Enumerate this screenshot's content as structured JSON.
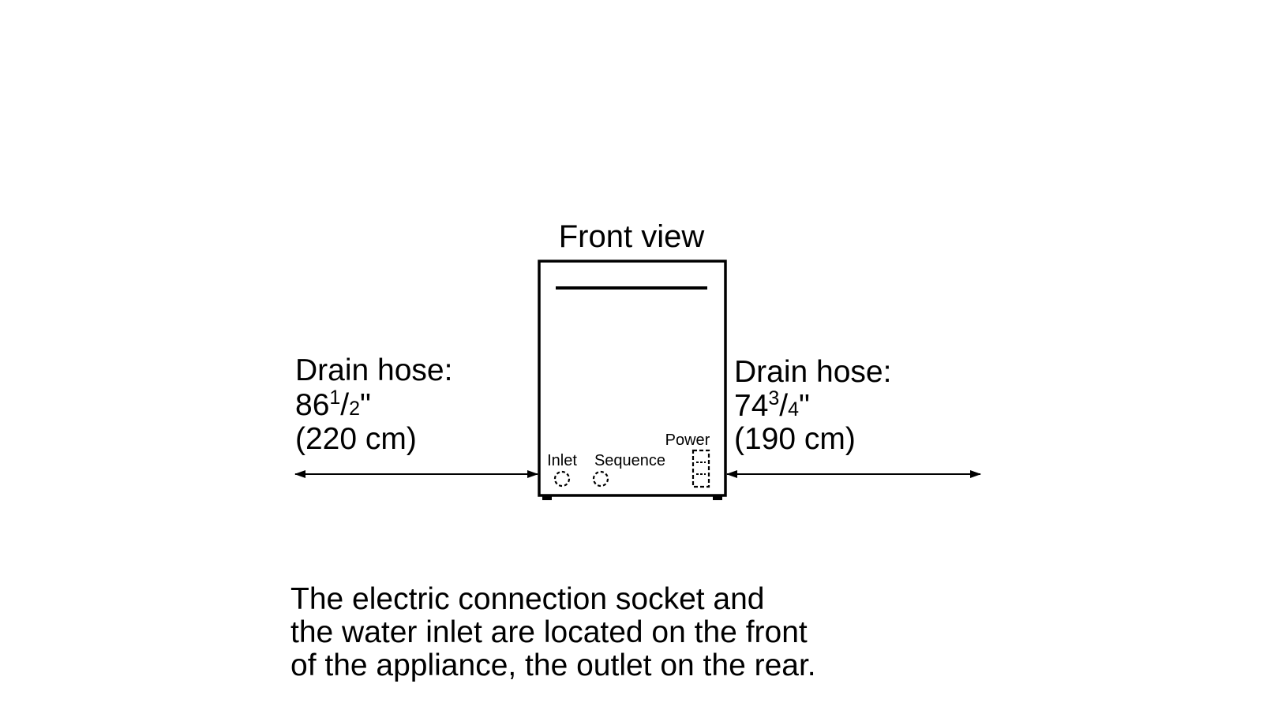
{
  "diagram": {
    "title": "Front view",
    "left_hose": {
      "label": "Drain hose:",
      "length_whole": "86",
      "length_numerator": "1",
      "length_slash": "/",
      "length_denominator": "2",
      "length_unit": "\"",
      "metric": "(220 cm)"
    },
    "right_hose": {
      "label": "Drain hose:",
      "length_whole": "74",
      "length_numerator": "3",
      "length_slash": "/",
      "length_denominator": "4",
      "length_unit": "\"",
      "metric": "(190 cm)"
    },
    "connections": {
      "inlet": "Inlet",
      "sequence": "Sequence",
      "power": "Power"
    },
    "note": {
      "line1": "The electric connection socket and",
      "line2": "the water inlet are located on the front",
      "line3": "of the appliance, the outlet on the rear."
    }
  }
}
